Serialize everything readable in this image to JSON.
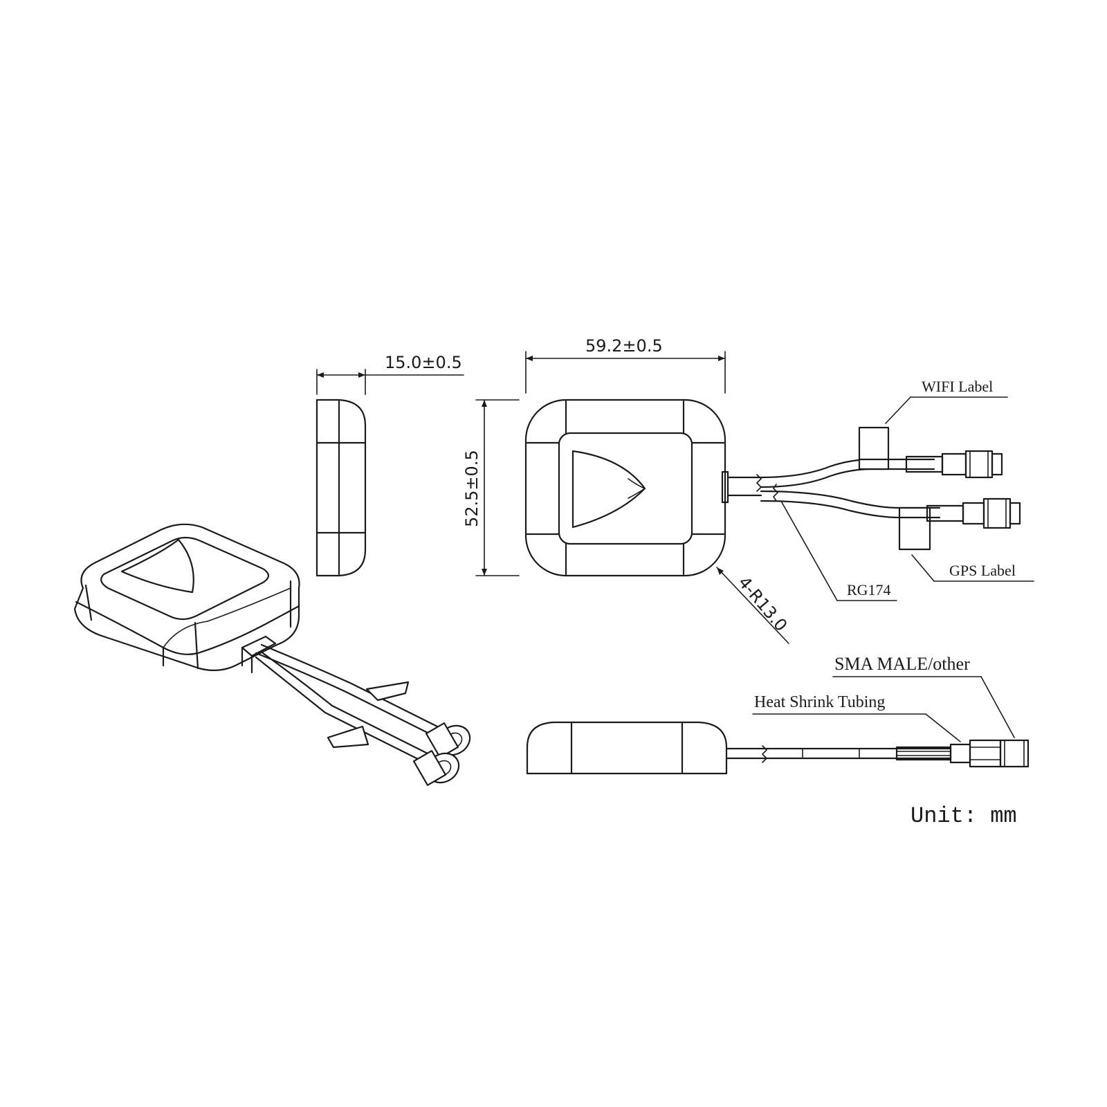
{
  "dimensions": {
    "thickness": "15.0±0.5",
    "width": "59.2±0.5",
    "height": "52.5±0.5",
    "corner_radius": "4-R13.0"
  },
  "callouts": {
    "wifi_label": "WIFI Label",
    "gps_label": "GPS Label",
    "cable_type": "RG174",
    "connector": "SMA MALE/other",
    "heat_shrink": "Heat Shrink Tubing"
  },
  "unit_note": "Unit: mm"
}
